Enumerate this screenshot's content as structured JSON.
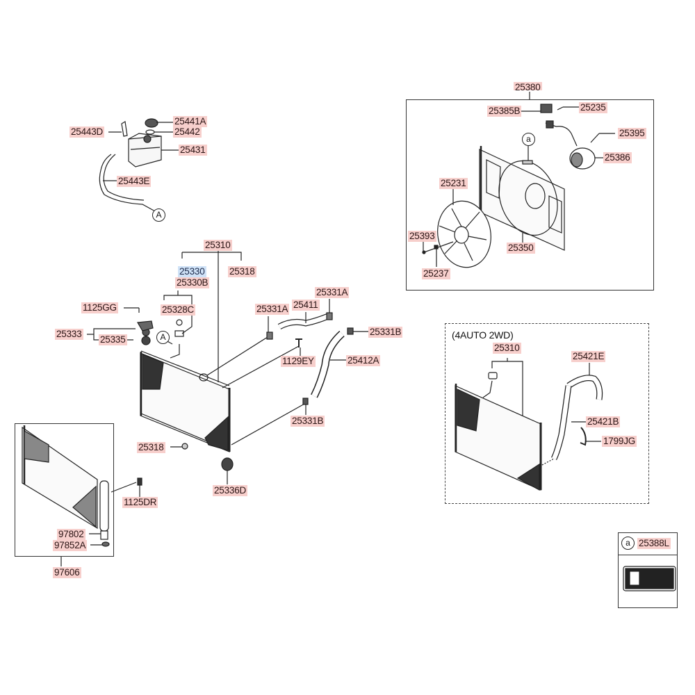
{
  "title": "Radiator & Cooling Fan Parts Diagram",
  "labels": {
    "reservoir": {
      "cap": "25441A",
      "gasket": "25442",
      "hose_d": "25443D",
      "tank": "25431",
      "hose_e": "25443E"
    },
    "fan_shroud": {
      "assembly": "25380",
      "resistor": "25385B",
      "screw": "25235",
      "bolt": "25395",
      "motor": "25386",
      "fan": "25231",
      "washer": "25393",
      "nut": "25237",
      "shroud": "25350"
    },
    "radiator": {
      "assembly": "25310",
      "cap": "25330",
      "cap_b": "25330B",
      "plug": "25318",
      "seal": "25328C",
      "bolt_gg": "1125GG",
      "bracket": "25333",
      "insulator": "25335",
      "clamp_a1": "25331A",
      "upper_hose": "25411",
      "clamp_a2": "25331A",
      "clamp_b1": "25331B",
      "bolt_ey": "1129EY",
      "lower_hose": "25412A",
      "clamp_b2": "25331B",
      "drain_plug": "25318",
      "lower_insulator": "25336D"
    },
    "condenser": {
      "bolt": "1125DR",
      "receiver": "97802",
      "cap": "97852A",
      "assembly": "97606"
    },
    "auto_variant": {
      "heading": "(4AUTO 2WD)",
      "assembly": "25310",
      "hose_e": "25421E",
      "hose_b": "25421B",
      "clip": "1799JG"
    },
    "legend": {
      "marker": "a",
      "part": "25388L"
    },
    "ref_markers": {
      "a_marker": "a",
      "A_marker_1": "A",
      "A_marker_2": "A"
    }
  }
}
